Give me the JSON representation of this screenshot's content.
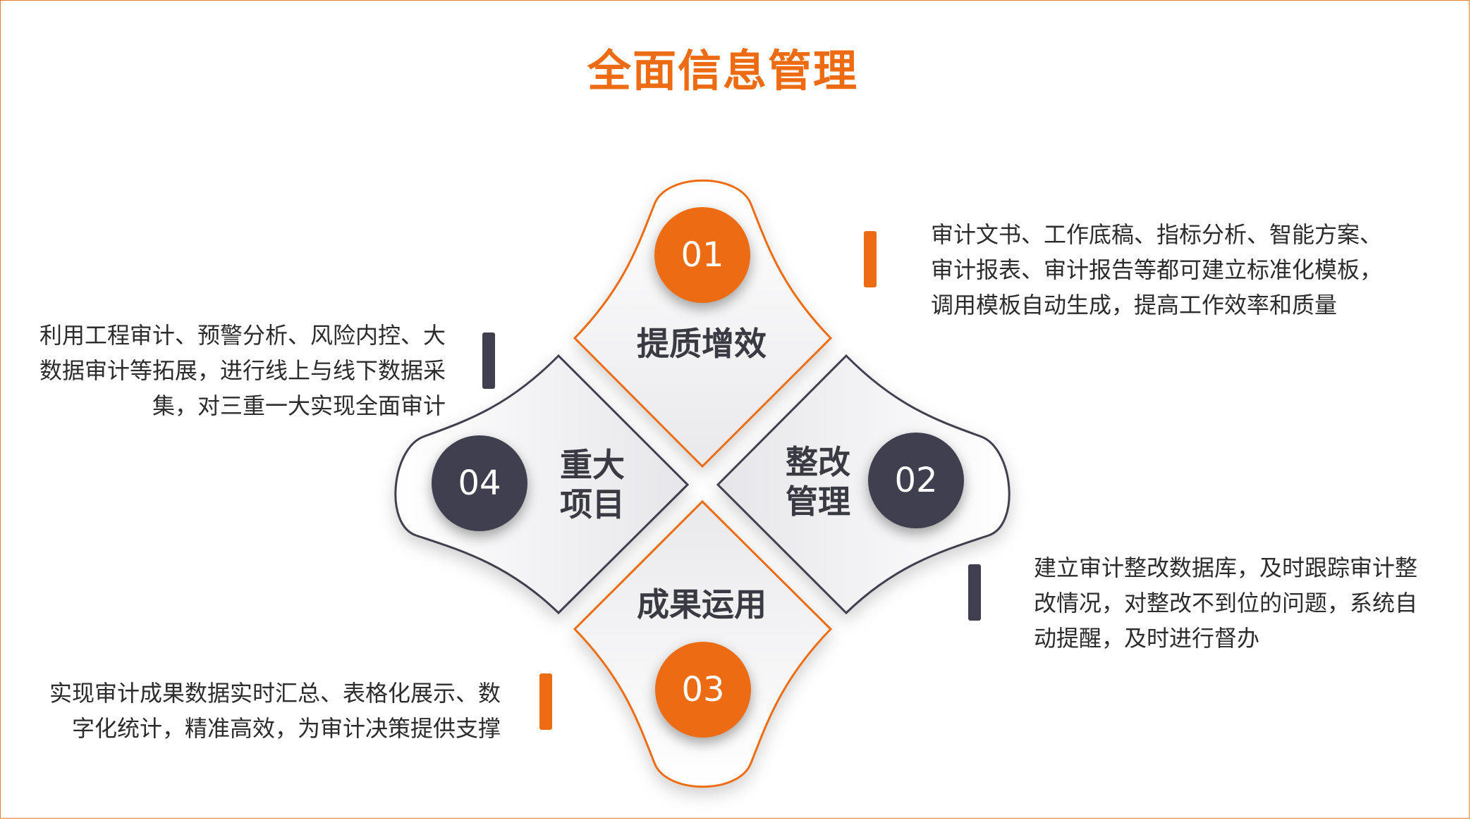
{
  "title": "全面信息管理",
  "colors": {
    "accent": "#ed6c13",
    "dark": "#3f3f4f",
    "frame": "#ed7a2a"
  },
  "quadrants": [
    {
      "number": "01",
      "label": "提质增效",
      "color": "#ed6c13",
      "description": "审计文书、工作底稿、指标分析、智能方案、\n审计报表、审计报告等都可建立标准化模板，\n调用模板自动生成，提高工作效率和质量"
    },
    {
      "number": "02",
      "label": "整改\n管理",
      "color": "#3f3f4f",
      "description": "建立审计整改数据库，及时跟踪审计整\n改情况，对整改不到位的问题，系统自\n动提醒，及时进行督办"
    },
    {
      "number": "03",
      "label": "成果运用",
      "color": "#ed6c13",
      "description": "实现审计成果数据实时汇总、表格化展示、数\n字化统计，精准高效，为审计决策提供支撑"
    },
    {
      "number": "04",
      "label": "重大\n项目",
      "color": "#3f3f4f",
      "description": "利用工程审计、预警分析、风险内控、大\n数据审计等拓展，进行线上与线下数据采\n集，对三重一大实现全面审计"
    }
  ]
}
